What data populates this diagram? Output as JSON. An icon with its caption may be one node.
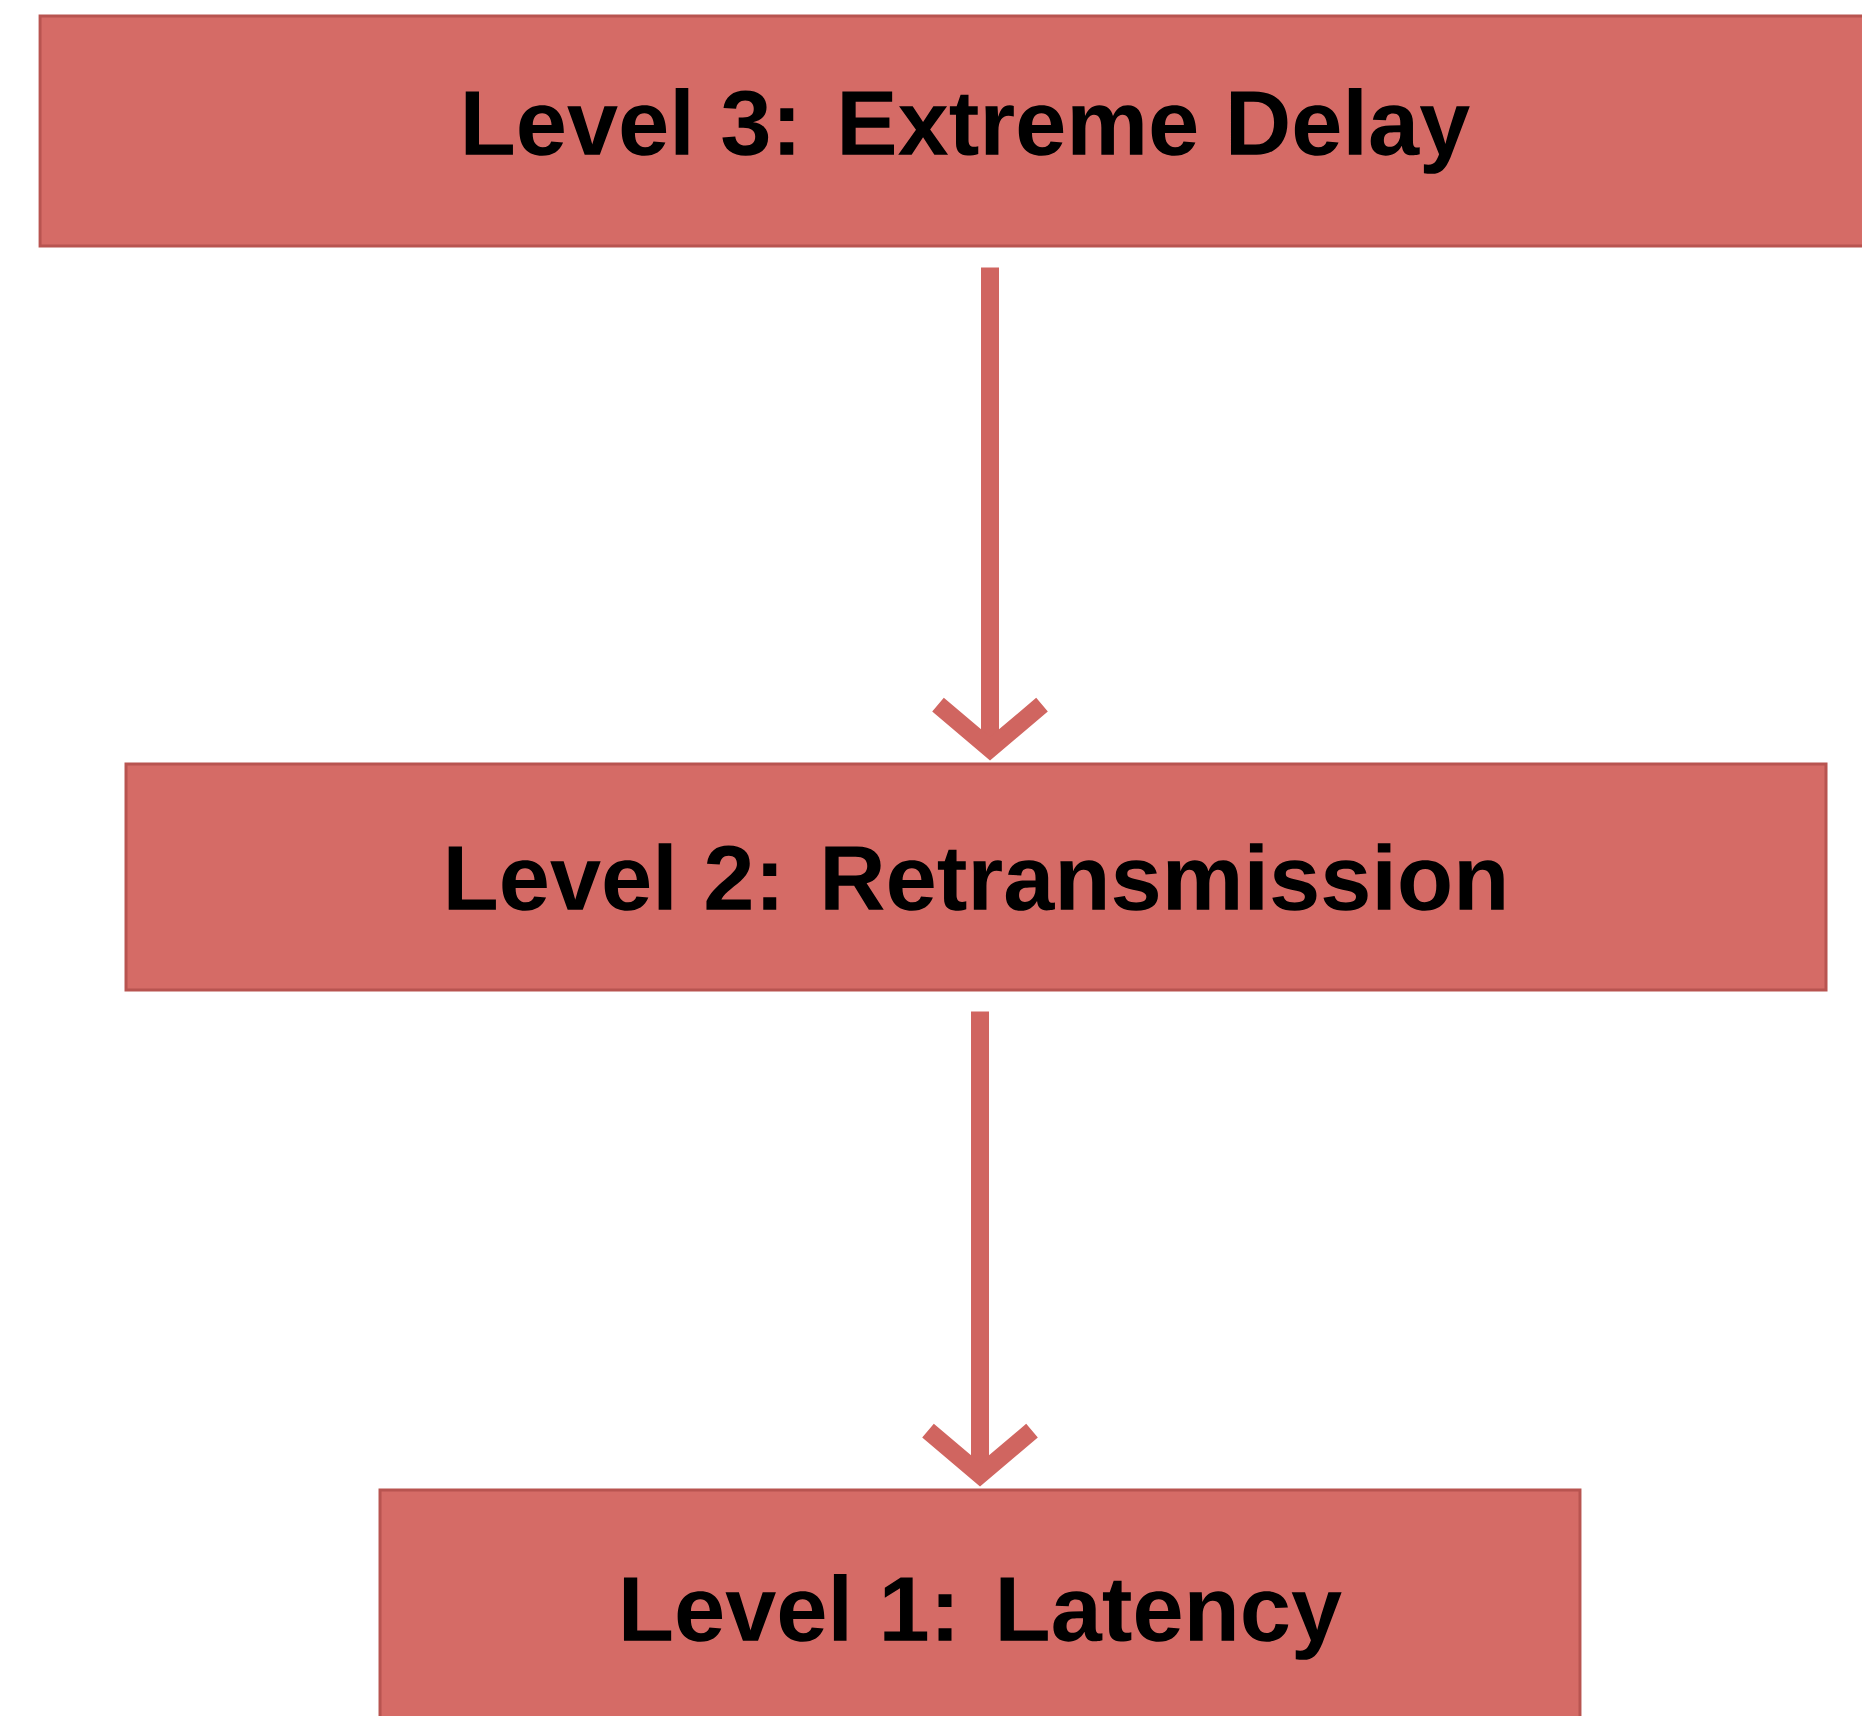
{
  "diagram": {
    "nodes": [
      {
        "text": [
          "Level 3: Extreme Delay"
        ]
      },
      {
        "text": [
          "Level 2: Retransmission"
        ]
      },
      {
        "text": [
          "Level 1: Latency"
        ]
      }
    ],
    "edges": [
      {
        "from": 0,
        "to": 1,
        "arrow": "to"
      },
      {
        "from": 1,
        "to": 2,
        "arrow": "to"
      }
    ]
  }
}
